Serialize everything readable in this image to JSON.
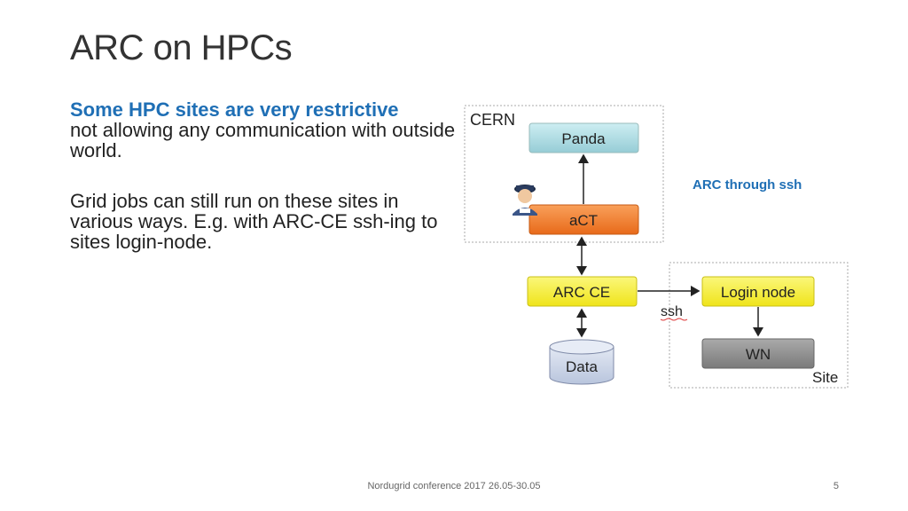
{
  "slide": {
    "title": "ARC on HPCs",
    "footer": "Nordugrid conference 2017 26.05-30.05",
    "page_number": "5"
  },
  "content": {
    "para1_highlight": "Some HPC sites are very restrictive",
    "para1_rest": "not allowing any communication with outside world.",
    "para2": "Grid jobs can still run on these sites in various ways. E.g. with ARC-CE ssh-ing to sites login-node."
  },
  "diagram": {
    "cern_label": "CERN",
    "site_label": "Site",
    "ssh_label": "ssh",
    "note": "ARC through ssh",
    "nodes": {
      "panda": "Panda",
      "act": "aCT",
      "arc_ce": "ARC CE",
      "login_node": "Login node",
      "wn": "WN",
      "data": "Data"
    },
    "colors": {
      "panda": "#a8d8e0",
      "act": "#f07c2a",
      "arc_ce": "#f6ef2a",
      "login_node": "#f6ef2a",
      "wn": "#8c8c8c",
      "data": "#c9d3e6",
      "accent": "#1f6fb5"
    }
  }
}
